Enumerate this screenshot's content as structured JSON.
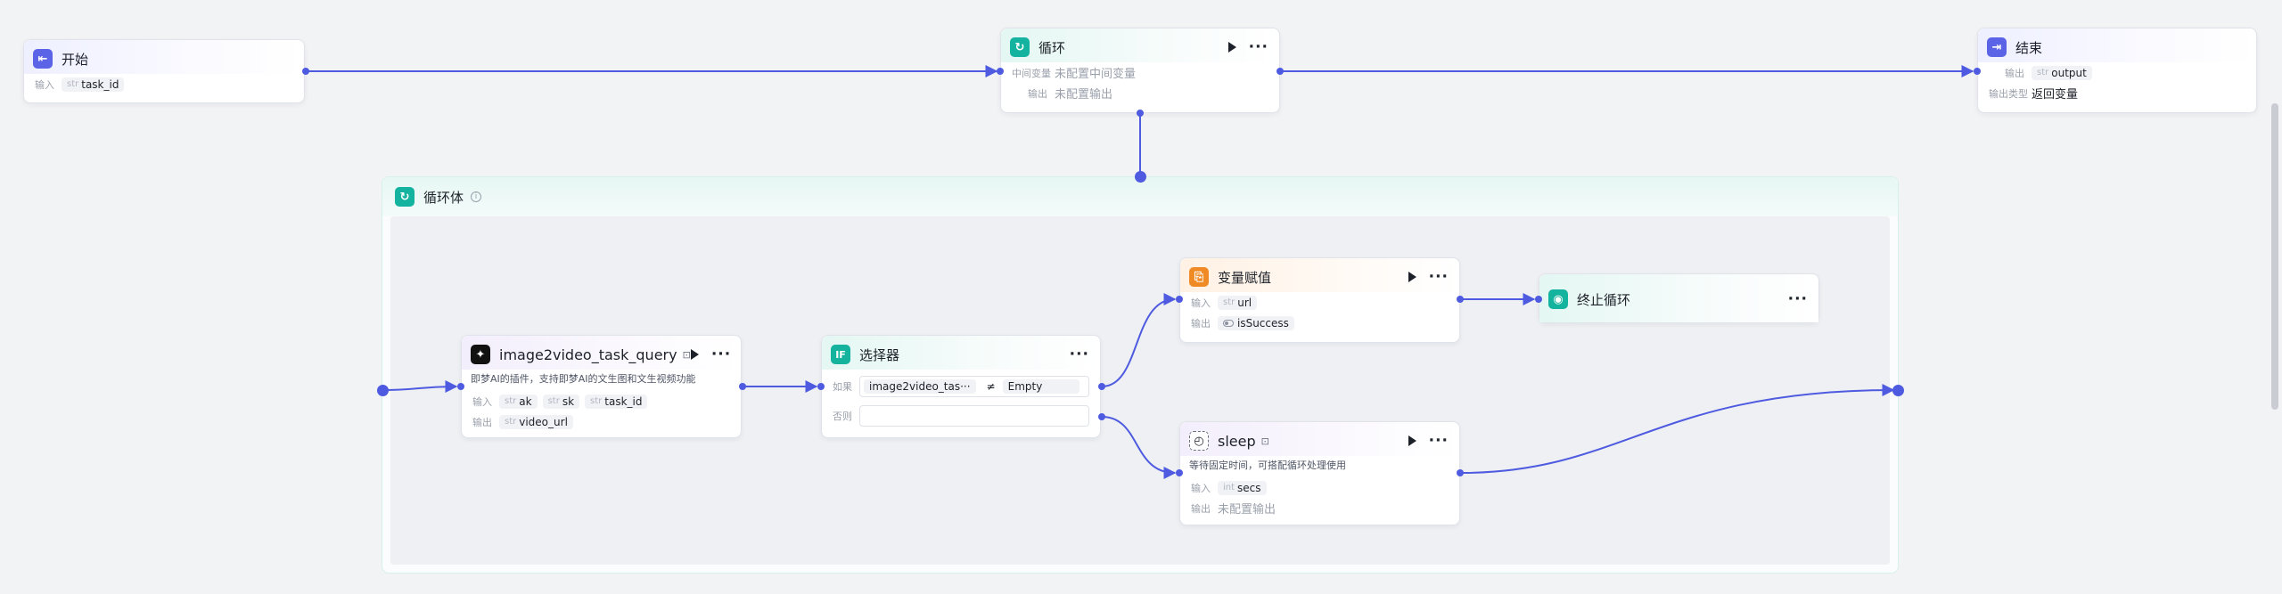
{
  "nodes": {
    "start": {
      "title": "开始",
      "input_label": "输入",
      "params": [
        {
          "type": "str",
          "name": "task_id"
        }
      ]
    },
    "loop": {
      "title": "循环",
      "vars_label": "中间变量",
      "vars_value": "未配置中间变量",
      "output_label": "输出",
      "output_value": "未配置输出"
    },
    "end": {
      "title": "结束",
      "output_label": "输出",
      "output_param": {
        "type": "str",
        "name": "output"
      },
      "output_type_label": "输出类型",
      "output_type_value": "返回变量"
    },
    "loop_body": {
      "title": "循环体",
      "info": "i"
    },
    "query": {
      "title": "image2video_task_query",
      "desc": "即梦AI的插件，支持即梦AI的文生图和文生视频功能",
      "input_label": "输入",
      "params": [
        {
          "type": "str",
          "name": "ak"
        },
        {
          "type": "str",
          "name": "sk"
        },
        {
          "type": "str",
          "name": "task_id"
        }
      ],
      "output_label": "输出",
      "outputs": [
        {
          "type": "str",
          "name": "video_url"
        }
      ]
    },
    "selector": {
      "title": "选择器",
      "if_label": "如果",
      "condition_left": "image2video_tas···",
      "condition_op": "≠",
      "condition_right": "Empty",
      "else_label": "否则"
    },
    "assign": {
      "title": "变量赋值",
      "input_label": "输入",
      "inputs": [
        {
          "type": "str",
          "name": "url"
        }
      ],
      "output_label": "输出",
      "outputs": [
        {
          "name": "isSuccess"
        }
      ]
    },
    "stop": {
      "title": "终止循环"
    },
    "sleep": {
      "title": "sleep",
      "desc": "等待固定时间，可搭配循环处理使用",
      "input_label": "输入",
      "inputs": [
        {
          "type": "int",
          "name": "secs"
        }
      ],
      "output_label": "输出",
      "output_value": "未配置输出"
    }
  },
  "colors": {
    "edge": "#4e5be0",
    "start_icon": "#5b63e6",
    "loop_icon": "#13b3a0",
    "end_icon": "#5b63e6",
    "selector_icon": "#14b39d",
    "assign_icon": "#f08a24",
    "stop_icon": "#14b39d",
    "query_icon": "#111111"
  }
}
